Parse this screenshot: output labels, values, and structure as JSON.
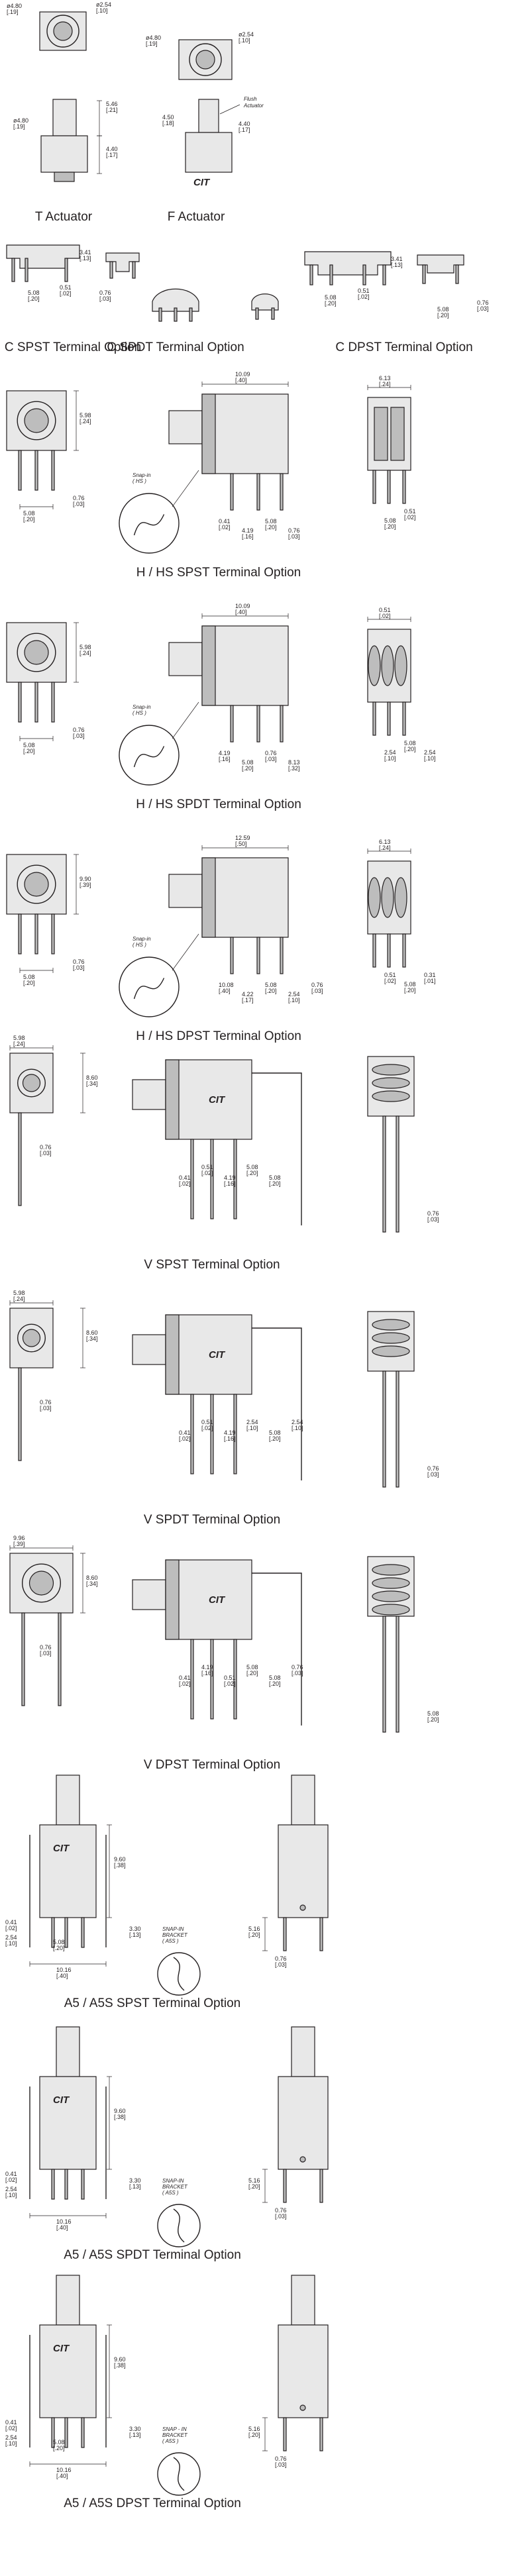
{
  "sections": [
    {
      "key": "ta",
      "caption": "T Actuator",
      "dims": [
        [
          "ø4.80",
          "[.19]"
        ],
        [
          "ø2.54",
          "[.10]"
        ],
        [
          "ø4.80",
          "[.19]"
        ],
        [
          "5.46",
          "[.21]"
        ],
        [
          "4.40",
          "[.17]"
        ]
      ]
    },
    {
      "key": "fa",
      "caption": "F Actuator",
      "dims": [
        [
          "ø4.80",
          "[.19]"
        ],
        [
          "ø2.54",
          "[.10]"
        ],
        [
          "4.50",
          "[.18]"
        ],
        [
          "4.40",
          "[.17]"
        ]
      ],
      "note": [
        "Flush",
        "Actuator"
      ],
      "logo": "CIT"
    },
    {
      "key": "cspst1",
      "caption": "C SPST Terminal Option",
      "dims": [
        [
          "3.41",
          "[.13]"
        ],
        [
          "5.08",
          "[.20]"
        ],
        [
          "0.51",
          "[.02]"
        ],
        [
          "0.76",
          "[.03]"
        ]
      ]
    },
    {
      "key": "cspst2",
      "caption": "C SPDT Terminal Option",
      "dims": []
    },
    {
      "key": "cdpst",
      "caption": "C DPST Terminal Option",
      "dims": [
        [
          "3.41",
          "[.13]"
        ],
        [
          "5.08",
          "[.20]"
        ],
        [
          "0.51",
          "[.02]"
        ],
        [
          "5.08",
          "[.20]"
        ],
        [
          "0.76",
          "[.03]"
        ]
      ]
    },
    {
      "key": "hspst",
      "caption": "H / HS SPST Terminal Option",
      "dims": [
        [
          "5.98",
          "[.24]"
        ],
        [
          "5.08",
          "[.20]"
        ],
        [
          "0.76",
          "[.03]"
        ],
        [
          "10.09",
          "[.40]"
        ],
        [
          "0.41",
          "[.02]"
        ],
        [
          "4.19",
          "[.16]"
        ],
        [
          "5.08",
          "[.20]"
        ],
        [
          "0.76",
          "[.03]"
        ],
        [
          "6.13",
          "[.24]"
        ],
        [
          "5.08",
          "[.20]"
        ],
        [
          "0.51",
          "[.02]"
        ]
      ],
      "snap": [
        "Snap-in",
        "( HS )"
      ]
    },
    {
      "key": "hspdt",
      "caption": "H / HS SPDT Terminal Option",
      "dims": [
        [
          "5.98",
          "[.24]"
        ],
        [
          "5.08",
          "[.20]"
        ],
        [
          "0.76",
          "[.03]"
        ],
        [
          "10.09",
          "[.40]"
        ],
        [
          "4.19",
          "[.16]"
        ],
        [
          "5.08",
          "[.20]"
        ],
        [
          "0.76",
          "[.03]"
        ],
        [
          "8.13",
          "[.32]"
        ],
        [
          "0.51",
          "[.02]"
        ],
        [
          "2.54",
          "[.10]"
        ],
        [
          "5.08",
          "[.20]"
        ],
        [
          "2.54",
          "[.10]"
        ]
      ],
      "snap": [
        "Snap-in",
        "( HS )"
      ]
    },
    {
      "key": "hdpst",
      "caption": "H / HS DPST Terminal Option",
      "dims": [
        [
          "9.90",
          "[.39]"
        ],
        [
          "5.08",
          "[.20]"
        ],
        [
          "0.76",
          "[.03]"
        ],
        [
          "12.59",
          "[.50]"
        ],
        [
          "10.08",
          "[.40]"
        ],
        [
          "4.22",
          "[.17]"
        ],
        [
          "5.08",
          "[.20]"
        ],
        [
          "2.54",
          "[.10]"
        ],
        [
          "0.76",
          "[.03]"
        ],
        [
          "6.13",
          "[.24]"
        ],
        [
          "0.51",
          "[.02]"
        ],
        [
          "5.08",
          "[.20]"
        ],
        [
          "0.31",
          "[.01]"
        ]
      ],
      "snap": [
        "Snap-in",
        "( HS )"
      ]
    },
    {
      "key": "vspst",
      "caption": "V SPST Terminal Option",
      "dims": [
        [
          "5.98",
          "[.24]"
        ],
        [
          "8.60",
          "[.34]"
        ],
        [
          "0.76",
          "[.03]"
        ],
        [
          "0.41",
          "[.02]"
        ],
        [
          "0.51",
          "[.02]"
        ],
        [
          "4.19",
          "[.16]"
        ],
        [
          "5.08",
          "[.20]"
        ],
        [
          "5.08",
          "[.20]"
        ],
        [
          "0.76",
          "[.03]"
        ]
      ],
      "logo": "CIT"
    },
    {
      "key": "vspdt",
      "caption": "V SPDT Terminal Option",
      "dims": [
        [
          "5.98",
          "[.24]"
        ],
        [
          "8.60",
          "[.34]"
        ],
        [
          "0.76",
          "[.03]"
        ],
        [
          "0.41",
          "[.02]"
        ],
        [
          "0.51",
          "[.02]"
        ],
        [
          "4.19",
          "[.16]"
        ],
        [
          "2.54",
          "[.10]"
        ],
        [
          "5.08",
          "[.20]"
        ],
        [
          "2.54",
          "[.10]"
        ],
        [
          "0.76",
          "[.03]"
        ]
      ],
      "logo": "CIT"
    },
    {
      "key": "vdpst",
      "caption": "V DPST Terminal Option",
      "dims": [
        [
          "9.96",
          "[.39]"
        ],
        [
          "8.60",
          "[.34]"
        ],
        [
          "0.76",
          "[.03]"
        ],
        [
          "0.41",
          "[.02]"
        ],
        [
          "4.19",
          "[.16]"
        ],
        [
          "0.51",
          "[.02]"
        ],
        [
          "5.08",
          "[.20]"
        ],
        [
          "5.08",
          "[.20]"
        ],
        [
          "0.76",
          "[.03]"
        ],
        [
          "5.08",
          "[.20]"
        ]
      ],
      "logo": "CIT"
    },
    {
      "key": "a5spst",
      "caption": "A5 / A5S SPST Terminal Option",
      "dims": [
        [
          "9.60",
          "[.38]"
        ],
        [
          "0.41",
          "[.02]"
        ],
        [
          "2.54",
          "[.10]"
        ],
        [
          "5.08",
          "[.20]"
        ],
        [
          "3.30",
          "[.13]"
        ],
        [
          "10.16",
          "[.40]"
        ],
        [
          "5.16",
          "[.20]"
        ],
        [
          "0.76",
          "[.03]"
        ]
      ],
      "snap": [
        "SNAP-IN",
        "BRACKET",
        "( A5S )"
      ],
      "logo": "CIT"
    },
    {
      "key": "a5spdt",
      "caption": "A5 / A5S SPDT Terminal Option",
      "dims": [
        [
          "9.60",
          "[.38]"
        ],
        [
          "0.41",
          "[.02]"
        ],
        [
          "2.54",
          "[.10]"
        ],
        [
          "3.30",
          "[.13]"
        ],
        [
          "10.16",
          "[.40]"
        ],
        [
          "5.16",
          "[.20]"
        ],
        [
          "0.76",
          "[.03]"
        ]
      ],
      "snap": [
        "SNAP-IN",
        "BRACKET",
        "( A5S )"
      ],
      "logo": "CIT"
    },
    {
      "key": "a5dpst",
      "caption": "A5 / A5S DPST Terminal Option",
      "dims": [
        [
          "9.60",
          "[.38]"
        ],
        [
          "0.41",
          "[.02]"
        ],
        [
          "2.54",
          "[.10]"
        ],
        [
          "5.08",
          "[.20]"
        ],
        [
          "3.30",
          "[.13]"
        ],
        [
          "10.16",
          "[.40]"
        ],
        [
          "5.16",
          "[.20]"
        ],
        [
          "0.76",
          "[.03]"
        ]
      ],
      "snap": [
        "SNAP - IN",
        "BRACKET",
        "( A5S )"
      ],
      "logo": "CIT"
    }
  ]
}
